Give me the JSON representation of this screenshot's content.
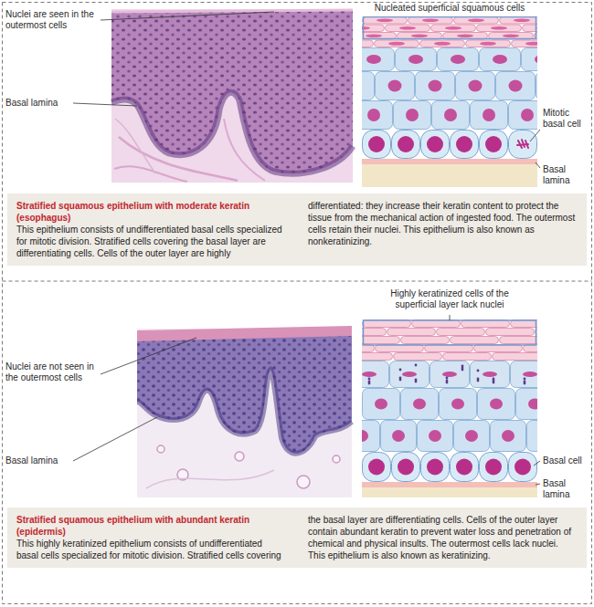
{
  "diagram": {
    "nodes": [
      {
        "text": [
          "Stratified squamous epithelium with moderate keratin (esophagus)",
          "This epithelium consists of undifferentiated basal cells specialized for mitotic division. Stratified cells covering the basal layer are differentiating cells. Cells of the outer layer are highly differentiated: they increase their keratin content to protect the tissue from the mechanical action of ingested food. The outermost cells retain their nuclei. This epithelium is also known as nonkeratinizing."
        ]
      },
      {
        "text": [
          "Stratified squamous epithelium with abundant keratin (epidermis)",
          "This highly keratinized epithelium consists of undifferentiated basal cells specialized for mitotic division. Stratified cells covering the basal layer are differentiating cells. Cells of the outer layer contain abundant keratin to prevent water loss and penetration of chemical and physical insults. The outermost cells lack nuclei. This epithelium is also known as keratinizing."
        ]
      }
    ],
    "labels": [
      "Nuclei are seen in the outermost cells",
      "Nucleated superficial squamous cells",
      "Basal lamina",
      "Mitotic basal cell",
      "Basal lamina",
      "Highly keratinized cells of the superficial layer lack nuclei",
      "Nuclei are not seen in the outermost cells",
      "Basal lamina",
      "Basal cell",
      "Basal lamina"
    ]
  }
}
